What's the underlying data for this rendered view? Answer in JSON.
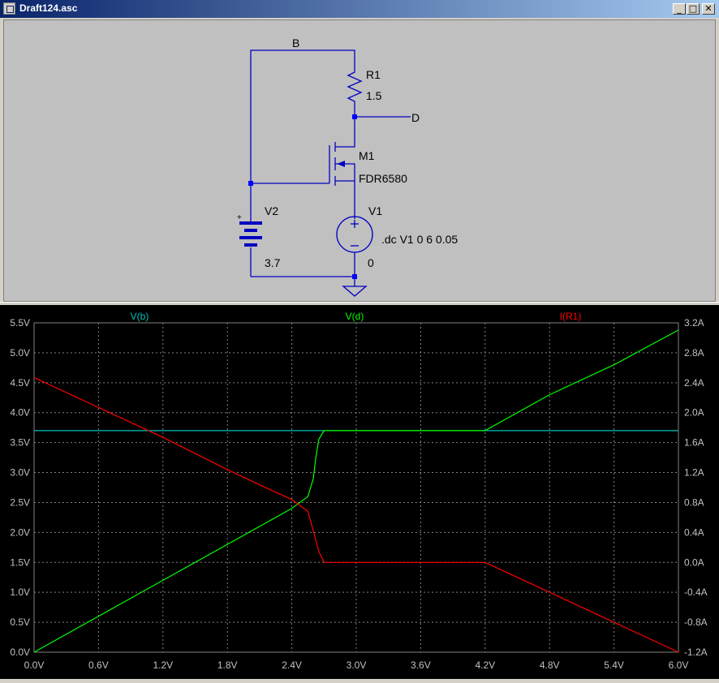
{
  "window": {
    "title": "Draft124.asc"
  },
  "title_buttons": {
    "minimize": "_",
    "maximize": "□",
    "close": "✕"
  },
  "schematic": {
    "net_B": "B",
    "net_D": "D",
    "r1_name": "R1",
    "r1_value": "1.5",
    "m1_name": "M1",
    "m1_model": "FDR6580",
    "v1_name": "V1",
    "v1_directive": ".dc V1 0 6 0.05",
    "v1_ground_label": "0",
    "v2_name": "V2",
    "v2_value": "3.7",
    "plus_sign": "+",
    "wire_color": "#0000c0",
    "junction_color": "#0000ff"
  },
  "chart_data": {
    "type": "line",
    "x_ticks": [
      "0.0V",
      "0.6V",
      "1.2V",
      "1.8V",
      "2.4V",
      "3.0V",
      "3.6V",
      "4.2V",
      "4.8V",
      "5.4V",
      "6.0V"
    ],
    "y_left_ticks": [
      "5.5V",
      "5.0V",
      "4.5V",
      "4.0V",
      "3.5V",
      "3.0V",
      "2.5V",
      "2.0V",
      "1.5V",
      "1.0V",
      "0.5V",
      "0.0V"
    ],
    "y_right_ticks": [
      "3.2A",
      "2.8A",
      "2.4A",
      "2.0A",
      "1.6A",
      "1.2A",
      "0.8A",
      "0.4A",
      "0.0A",
      "-0.4A",
      "-0.8A",
      "-1.2A"
    ],
    "xlim": [
      0,
      6
    ],
    "ylim_left": [
      0,
      5.5
    ],
    "ylim_right": [
      -1.2,
      3.2
    ],
    "grid": true,
    "series": [
      {
        "name": "V(b)",
        "color": "#00c0c0",
        "axis": "left",
        "x": [
          0,
          6
        ],
        "y": [
          3.7,
          3.7
        ]
      },
      {
        "name": "V(d)",
        "color": "#00ff00",
        "axis": "left",
        "x": [
          0,
          1.2,
          2.4,
          2.55,
          2.6,
          2.62,
          2.65,
          2.7,
          4.2,
          4.3,
          4.8,
          5.4,
          6.0
        ],
        "y": [
          0,
          1.2,
          2.4,
          2.6,
          2.9,
          3.2,
          3.55,
          3.7,
          3.7,
          3.8,
          4.3,
          4.8,
          5.38
        ]
      },
      {
        "name": "I(R1)",
        "color": "#ff0000",
        "axis": "right",
        "x": [
          0,
          1.2,
          1.8,
          2.2,
          2.4,
          2.55,
          2.6,
          2.65,
          2.7,
          4.2,
          6.0
        ],
        "y": [
          2.47,
          1.67,
          1.24,
          0.97,
          0.84,
          0.68,
          0.42,
          0.15,
          0.0,
          0.0,
          -1.2
        ]
      }
    ]
  }
}
